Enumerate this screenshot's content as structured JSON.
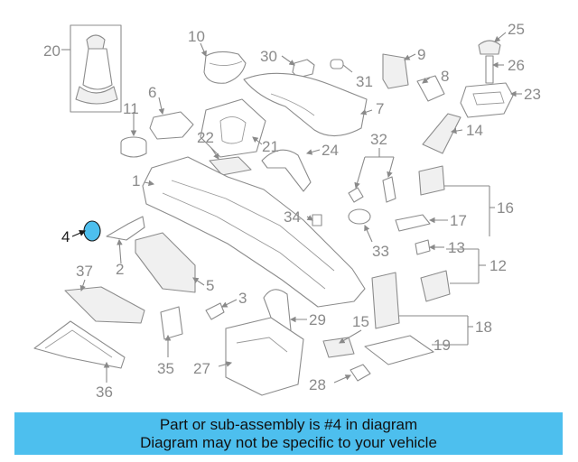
{
  "diagram": {
    "callouts": [
      "1",
      "2",
      "3",
      "4",
      "5",
      "6",
      "7",
      "8",
      "9",
      "10",
      "11",
      "12",
      "13",
      "14",
      "15",
      "16",
      "17",
      "18",
      "19",
      "20",
      "21",
      "22",
      "23",
      "24",
      "25",
      "26",
      "27",
      "28",
      "29",
      "30",
      "31",
      "32",
      "33",
      "34",
      "35",
      "36",
      "37"
    ],
    "highlighted_part": "4",
    "highlight_color": "#4dbfee",
    "line_color": "#8c8c8c"
  },
  "banner": {
    "line1": "Part or sub-assembly is #4 in diagram",
    "line2": "Diagram may not be specific to your vehicle",
    "background": "#4dbfee"
  }
}
